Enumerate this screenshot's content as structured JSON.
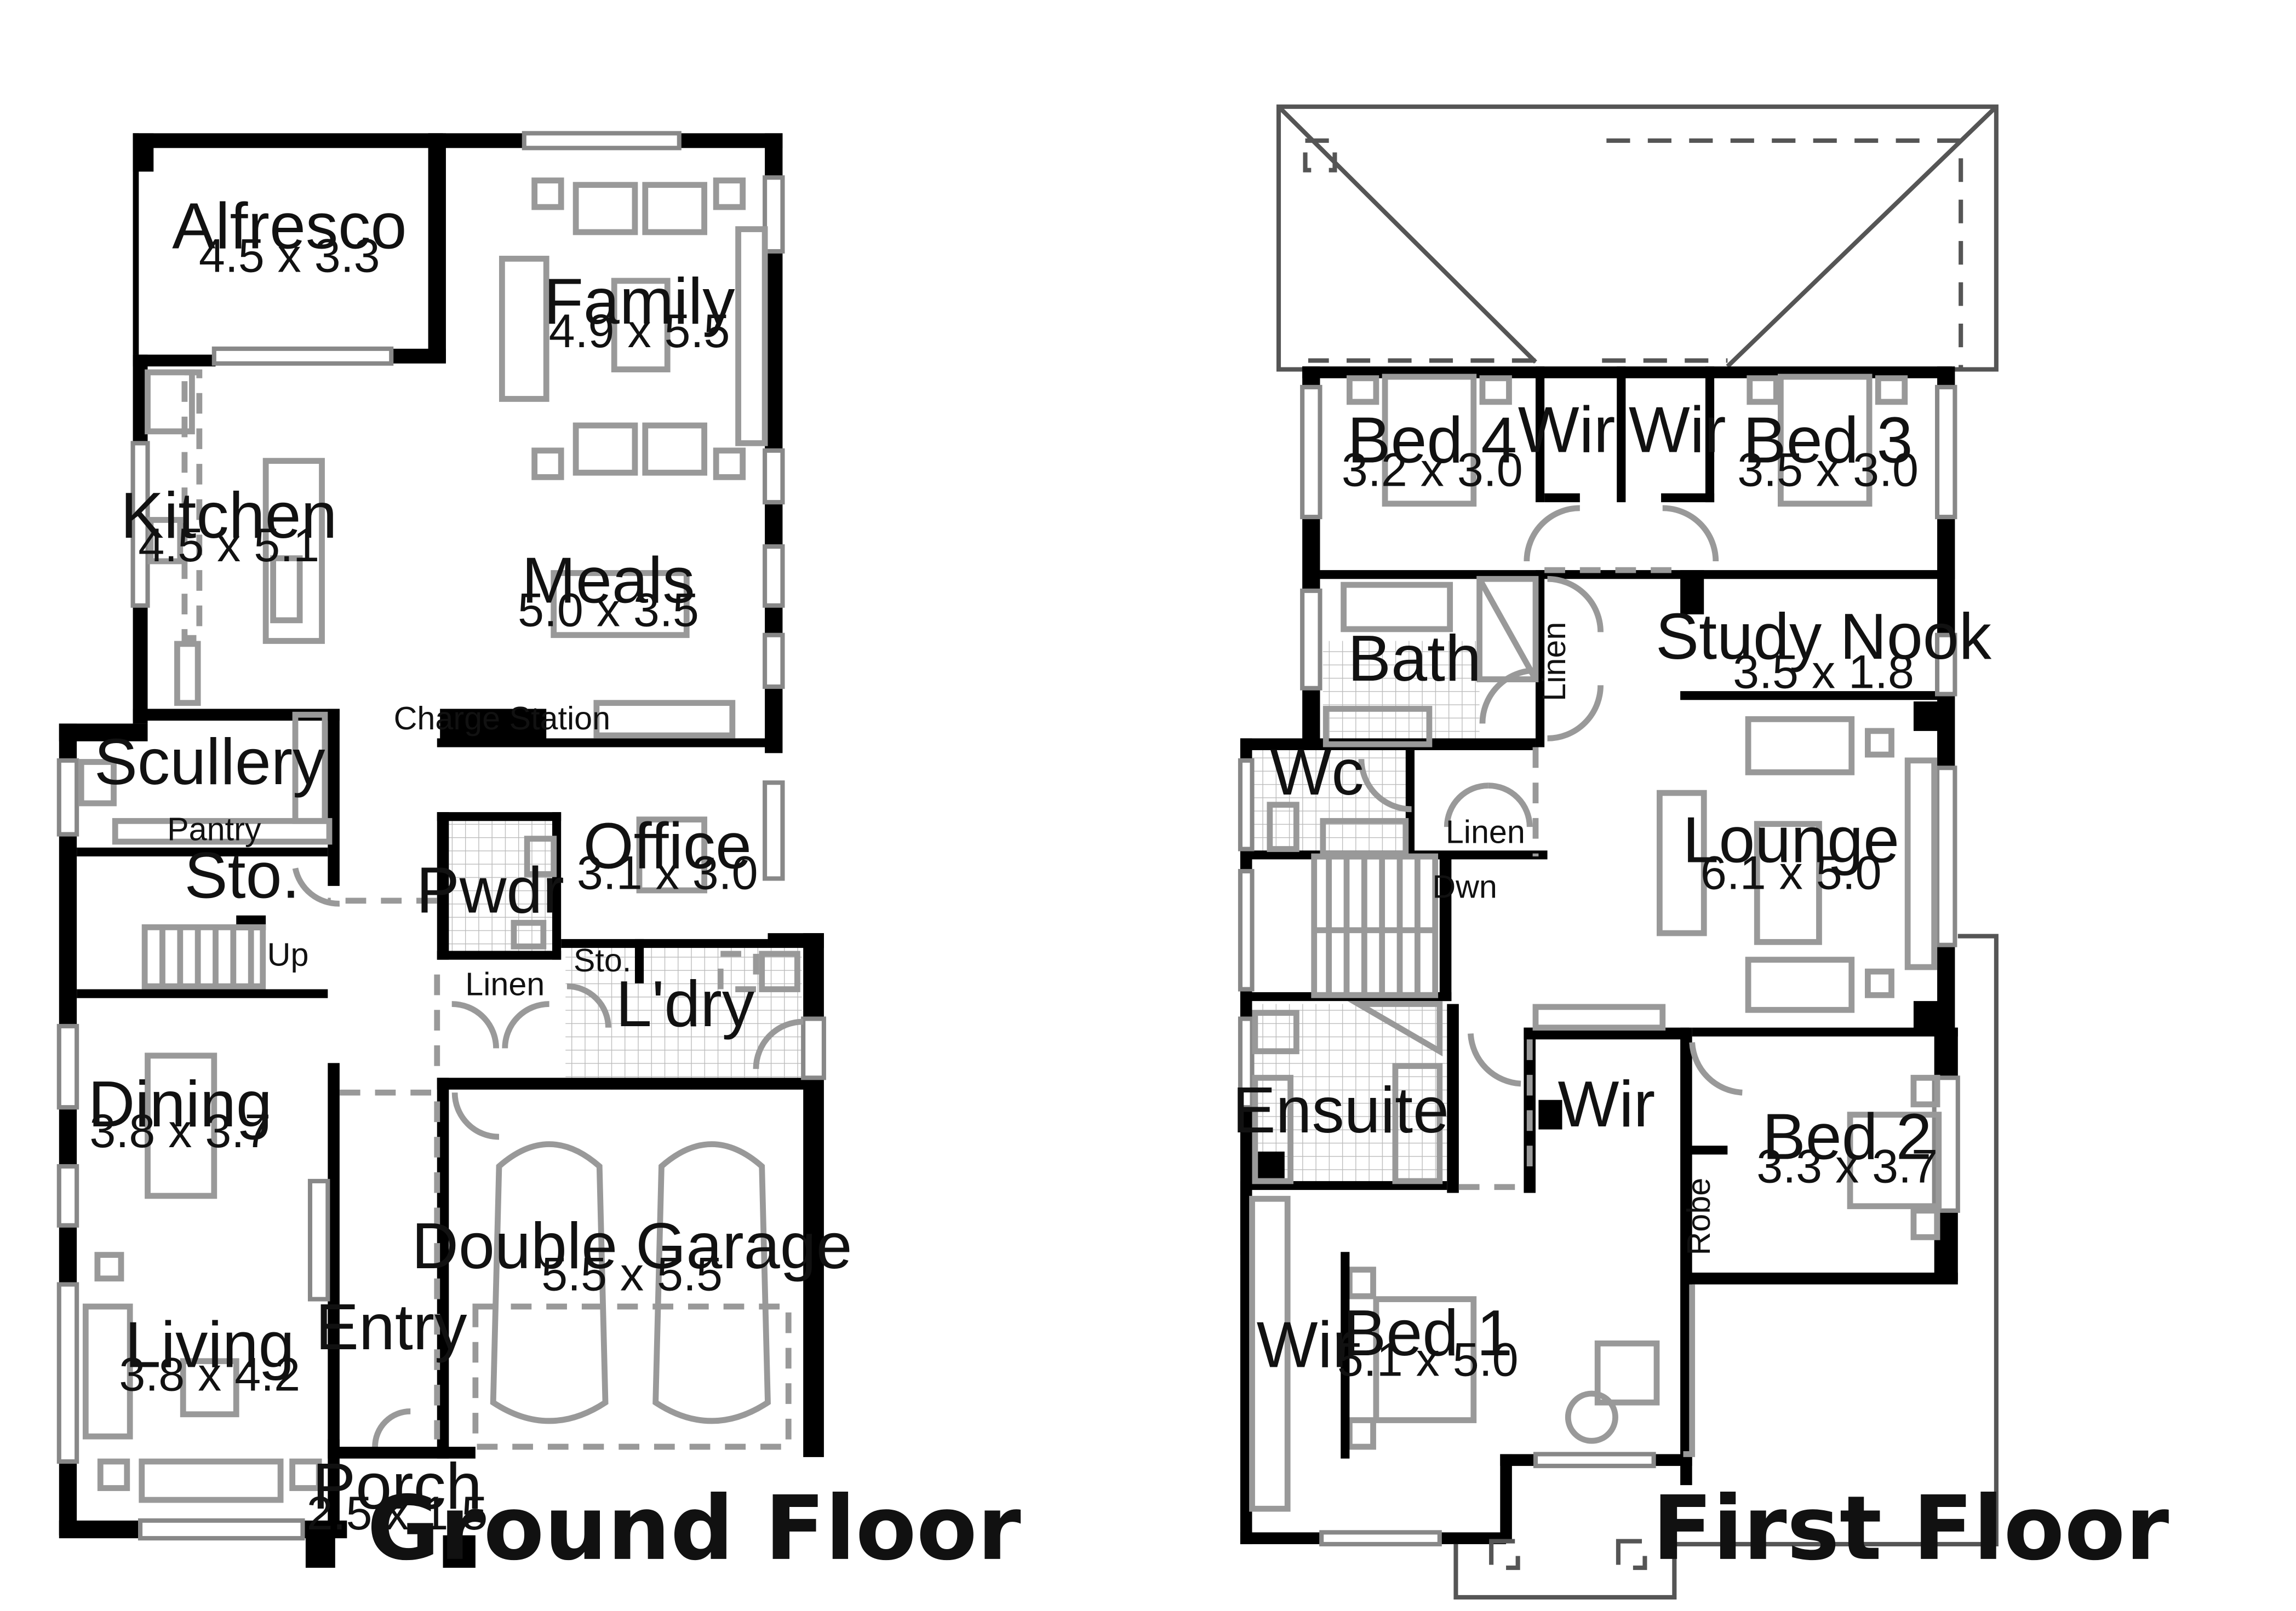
{
  "ground_floor": {
    "title": "Ground Floor",
    "rooms": {
      "alfresco": {
        "name": "Alfresco",
        "dim": "4.5 x 3.3"
      },
      "family": {
        "name": "Family",
        "dim": "4.9 x 5.5"
      },
      "kitchen": {
        "name": "Kitchen",
        "dim": "4.5 x 5.1"
      },
      "meals": {
        "name": "Meals",
        "dim": "5.0 x 3.5"
      },
      "scullery": {
        "name": "Scullery"
      },
      "pantry": {
        "name": "Pantry"
      },
      "charge_station": {
        "name": "Charge Station"
      },
      "office": {
        "name": "Office",
        "dim": "3.1 x 3.0"
      },
      "sto1": {
        "name": "Sto."
      },
      "up": {
        "name": "Up"
      },
      "pwdr": {
        "name": "Pwdr"
      },
      "sto2": {
        "name": "Sto."
      },
      "linen": {
        "name": "Linen"
      },
      "laundry": {
        "name": "L'dry"
      },
      "dining": {
        "name": "Dining",
        "dim": "3.8 x 3.7"
      },
      "double_garage": {
        "name": "Double Garage",
        "dim": "5.5 x 5.5"
      },
      "living": {
        "name": "Living",
        "dim": "3.8 x 4.2"
      },
      "entry": {
        "name": "Entry"
      },
      "porch": {
        "name": "Porch",
        "dim": "2.5 x 1.5"
      }
    }
  },
  "first_floor": {
    "title": "First Floor",
    "rooms": {
      "bed4": {
        "name": "Bed 4",
        "dim": "3.2 x 3.0"
      },
      "wir1": {
        "name": "Wir"
      },
      "wir2": {
        "name": "Wir"
      },
      "bed3": {
        "name": "Bed 3",
        "dim": "3.5 x 3.0"
      },
      "bath": {
        "name": "Bath"
      },
      "linen1": {
        "name": "Linen"
      },
      "study_nook": {
        "name": "Study Nook",
        "dim": "3.5 x 1.8"
      },
      "wc": {
        "name": "Wc"
      },
      "linen2": {
        "name": "Linen"
      },
      "dwn": {
        "name": "Dwn"
      },
      "lounge": {
        "name": "Lounge",
        "dim": "6.1 x 5.0"
      },
      "ensuite": {
        "name": "Ensuite"
      },
      "wir3": {
        "name": "Wir"
      },
      "bed2": {
        "name": "Bed 2",
        "dim": "3.3 x 3.7"
      },
      "robe": {
        "name": "Robe"
      },
      "wir4": {
        "name": "Wir"
      },
      "bed1": {
        "name": "Bed 1",
        "dim": "5.1 x 5.0"
      }
    }
  }
}
